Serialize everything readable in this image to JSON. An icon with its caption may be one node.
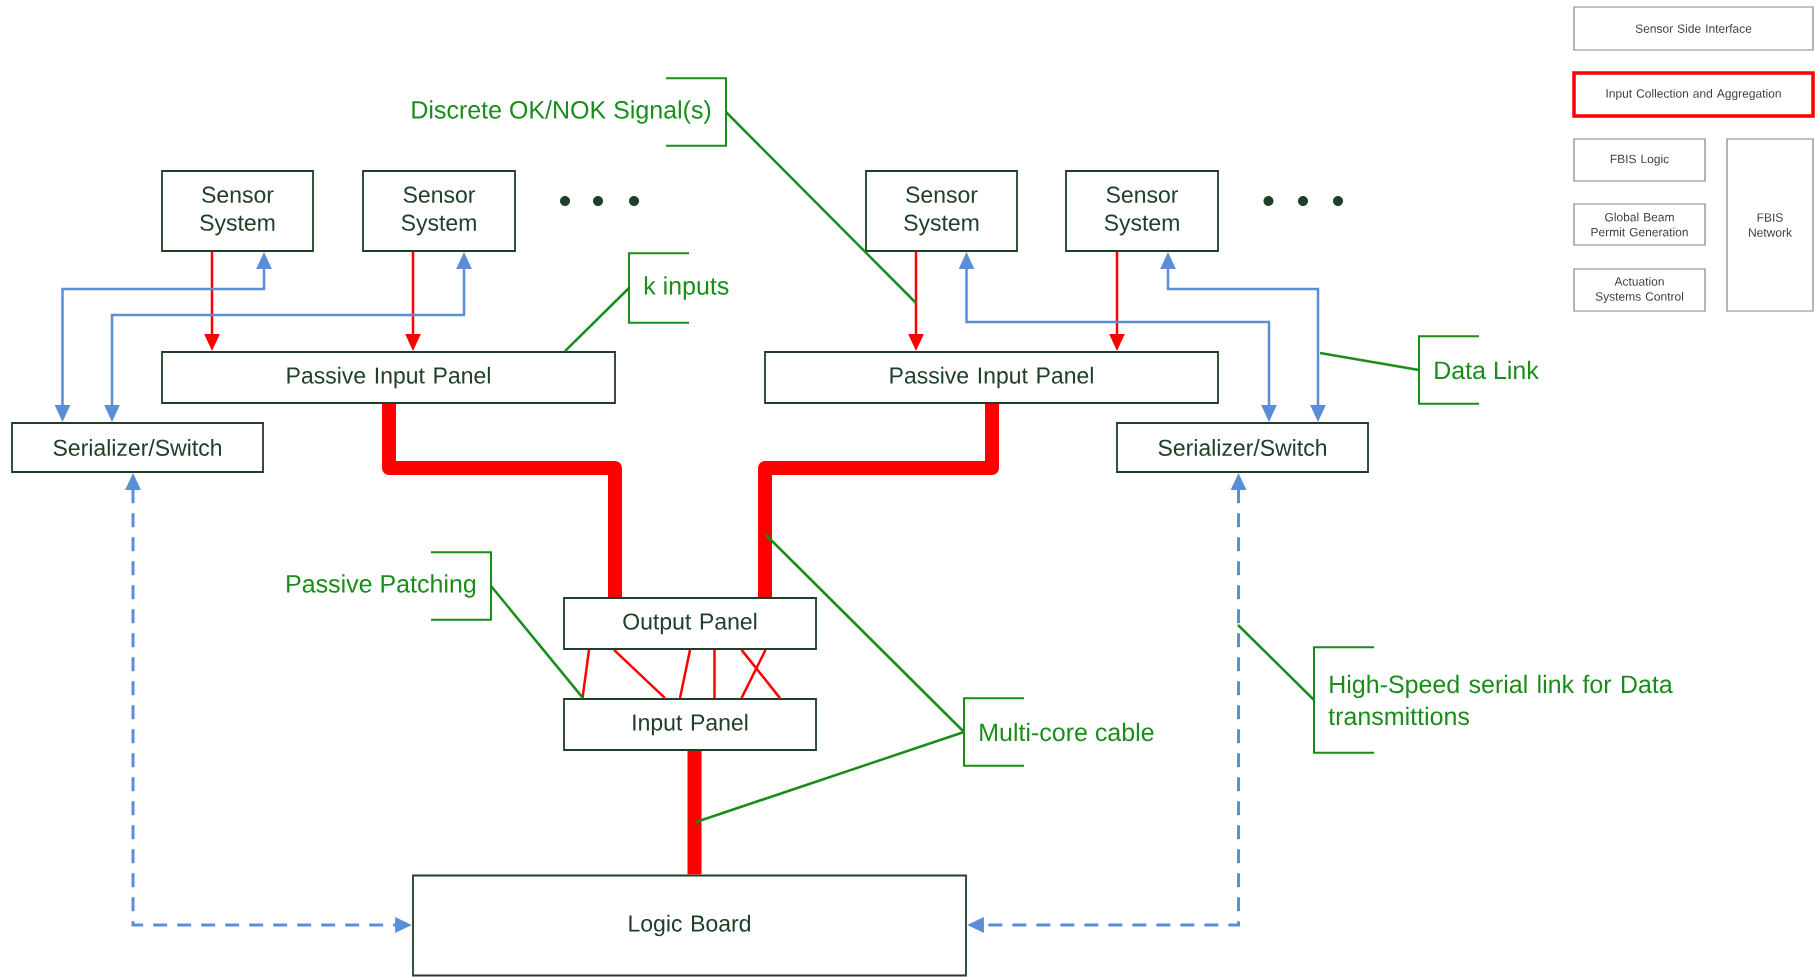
{
  "diagram": {
    "nodes": [
      {
        "text": [
          "Sensor System"
        ]
      },
      {
        "text": [
          "Sensor System"
        ]
      },
      {
        "text": [
          "Sensor System"
        ]
      },
      {
        "text": [
          "Sensor System"
        ]
      },
      {
        "text": [
          "Passive Input Panel"
        ]
      },
      {
        "text": [
          "Passive Input Panel"
        ]
      },
      {
        "text": [
          "Serializer/Switch"
        ]
      },
      {
        "text": [
          "Serializer/Switch"
        ]
      },
      {
        "text": [
          "Output Panel"
        ]
      },
      {
        "text": [
          "Input Panel"
        ]
      },
      {
        "text": [
          "Logic Board"
        ]
      },
      {
        "text": [
          "Sensor Side Interface"
        ]
      },
      {
        "text": [
          "Input Collection and Aggregation"
        ]
      },
      {
        "text": [
          "FBIS Logic"
        ]
      },
      {
        "text": [
          "Global Beam Permit Generation"
        ]
      },
      {
        "text": [
          "Actuation Systems Control"
        ]
      },
      {
        "text": [
          "FBIS Network"
        ]
      },
      {
        "text": [
          "Discrete OK/NOK Signal(s)"
        ]
      },
      {
        "text": [
          "k inputs"
        ]
      },
      {
        "text": [
          "Data Link"
        ]
      },
      {
        "text": [
          "Passive Patching"
        ]
      },
      {
        "text": [
          "Multi-core cable"
        ]
      },
      {
        "text": [
          "High-Speed serial link for Data transmittions"
        ]
      }
    ],
    "edges": [
      {
        "from": 0,
        "to": 4,
        "arrow": "to",
        "color": "#ff0000"
      },
      {
        "from": 1,
        "to": 4,
        "arrow": "to",
        "color": "#ff0000"
      },
      {
        "from": 2,
        "to": 5,
        "arrow": "to",
        "color": "#ff0000"
      },
      {
        "from": 3,
        "to": 5,
        "arrow": "to",
        "color": "#ff0000"
      },
      {
        "from": 6,
        "to": 0,
        "arrow": "both",
        "color": "#5b8ed6"
      },
      {
        "from": 6,
        "to": 1,
        "arrow": "both",
        "color": "#5b8ed6"
      },
      {
        "from": 7,
        "to": 2,
        "arrow": "both",
        "color": "#5b8ed6"
      },
      {
        "from": 7,
        "to": 3,
        "arrow": "both",
        "color": "#5b8ed6"
      },
      {
        "from": 4,
        "to": 8,
        "arrow": "none",
        "style": "thick",
        "color": "#ff0000"
      },
      {
        "from": 5,
        "to": 8,
        "arrow": "none",
        "style": "thick",
        "color": "#ff0000"
      },
      {
        "from": 9,
        "to": 10,
        "arrow": "none",
        "style": "thick",
        "color": "#ff0000"
      },
      {
        "from": 8,
        "to": 9,
        "arrow": "none",
        "color": "#ff0000"
      },
      {
        "from": 8,
        "to": 9,
        "arrow": "none",
        "color": "#ff0000"
      },
      {
        "from": 8,
        "to": 9,
        "arrow": "none",
        "color": "#ff0000"
      },
      {
        "from": 8,
        "to": 9,
        "arrow": "none",
        "color": "#ff0000"
      },
      {
        "from": 8,
        "to": 9,
        "arrow": "none",
        "color": "#ff0000"
      },
      {
        "from": 8,
        "to": 9,
        "arrow": "none",
        "color": "#ff0000"
      },
      {
        "from": 6,
        "to": 10,
        "arrow": "both",
        "style": "dashed",
        "color": "#5b8ed6"
      },
      {
        "from": 7,
        "to": 10,
        "arrow": "both",
        "style": "dashed",
        "color": "#5b8ed6"
      },
      {
        "from": 17,
        "to": null,
        "arrow": "none",
        "color": "#1a8c1a"
      },
      {
        "from": 18,
        "to": 4,
        "arrow": "none",
        "color": "#1a8c1a"
      },
      {
        "from": 19,
        "to": null,
        "arrow": "none",
        "color": "#1a8c1a"
      },
      {
        "from": 20,
        "to": 9,
        "arrow": "none",
        "color": "#1a8c1a"
      },
      {
        "from": 21,
        "to": null,
        "arrow": "none",
        "color": "#1a8c1a"
      },
      {
        "from": 21,
        "to": null,
        "arrow": "none",
        "color": "#1a8c1a"
      },
      {
        "from": 22,
        "to": null,
        "arrow": "none",
        "color": "#1a8c1a"
      }
    ]
  }
}
